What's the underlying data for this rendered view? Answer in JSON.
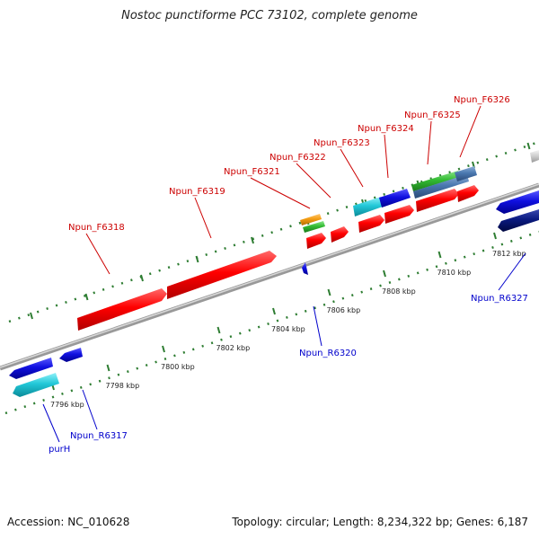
{
  "title": "Nostoc punctiforme PCC 73102, complete genome",
  "footer": {
    "accession": "Accession: NC_010628",
    "summary": "Topology: circular; Length: 8,234,322 bp; Genes: 6,187"
  },
  "ticks": [
    "7796 kbp",
    "7798 kbp",
    "7800 kbp",
    "7802 kbp",
    "7804 kbp",
    "7806 kbp",
    "7808 kbp",
    "7810 kbp",
    "7812 kbp"
  ],
  "forward_labels": [
    "Npun_F6318",
    "Npun_F6319",
    "Npun_F6321",
    "Npun_F6322",
    "Npun_F6323",
    "Npun_F6324",
    "Npun_F6325",
    "Npun_F6326"
  ],
  "reverse_labels": [
    "purH",
    "Npun_R6317",
    "Npun_R6320",
    "Npun_R6327"
  ],
  "colors": {
    "forward_label": "#cc0000",
    "reverse_label": "#0000cc",
    "backbone": "#888888",
    "dots": "#2e7d32",
    "red": "#ff0000",
    "blue": "#1010e0",
    "cyan": "#22c8d8",
    "green": "#33bb33",
    "orange": "#f39c12",
    "steelblue": "#4a78b0",
    "navy": "#0a1a80",
    "gray": "#cccccc"
  }
}
